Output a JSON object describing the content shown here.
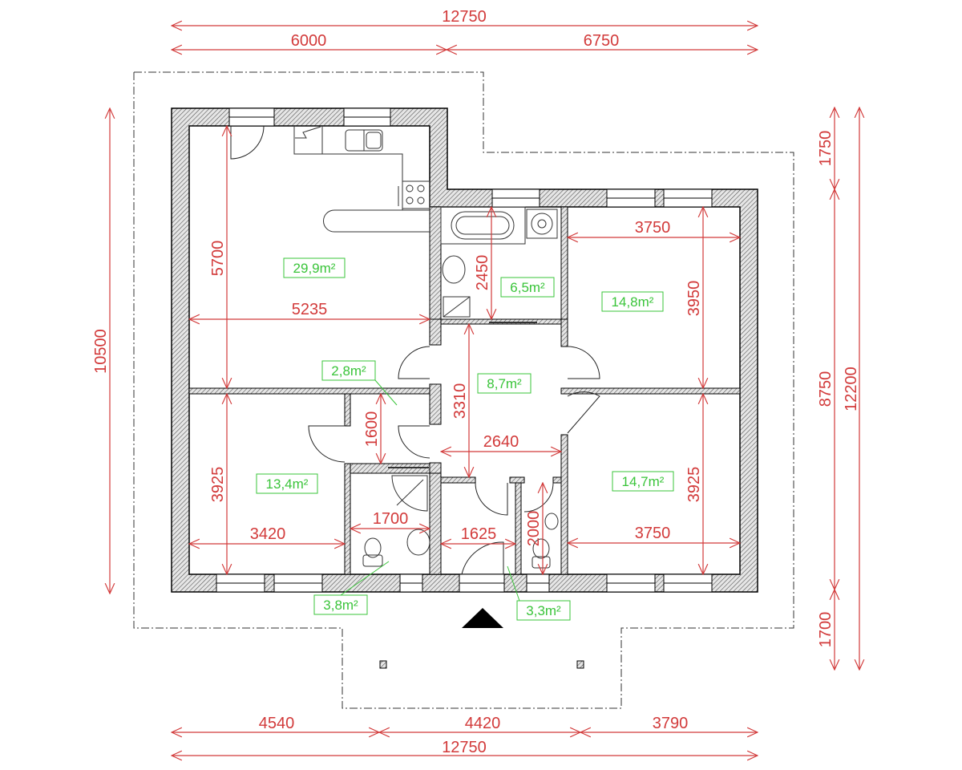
{
  "colors": {
    "dimension": "#d23a3a",
    "area_label": "#3ac43a",
    "wall_outline": "#000000",
    "wall_hatch": "#555555",
    "fixture": "#333333",
    "outline_dashdot": "#333333"
  },
  "dimensions": {
    "top_total": "12750",
    "top_left": "6000",
    "top_right": "6750",
    "bottom_seg_1": "4540",
    "bottom_seg_2": "4420",
    "bottom_seg_3": "3790",
    "bottom_total": "12750",
    "left_total": "10500",
    "right_top": "1750",
    "right_mid": "8750",
    "right_bottom": "1700",
    "right_total": "12200",
    "kitchen_height": "5700",
    "kitchen_width": "5235",
    "bath_height": "2450",
    "bedroom_ne_width": "3750",
    "bedroom_ne_height": "3950",
    "hall_height": "3310",
    "hall_width": "2640",
    "corridor_height": "1600",
    "bedroom_sw_height": "3925",
    "bedroom_sw_width": "3420",
    "shower_room_width": "1700",
    "entry_width": "1625",
    "wc_height": "2000",
    "bedroom_se_width": "3750",
    "bedroom_se_height": "3925"
  },
  "rooms": [
    {
      "id": "kitchen-living",
      "area": "29,9m²"
    },
    {
      "id": "bathroom",
      "area": "6,5m²"
    },
    {
      "id": "bedroom-ne",
      "area": "14,8m²"
    },
    {
      "id": "corridor",
      "area": "2,8m²"
    },
    {
      "id": "hall",
      "area": "8,7m²"
    },
    {
      "id": "bedroom-sw",
      "area": "13,4m²"
    },
    {
      "id": "bedroom-se",
      "area": "14,7m²"
    },
    {
      "id": "shower-room",
      "area": "3,8m²"
    },
    {
      "id": "entry-wc",
      "area": "3,3m²"
    }
  ],
  "icons": {
    "entrance": "entrance-arrow-icon"
  }
}
